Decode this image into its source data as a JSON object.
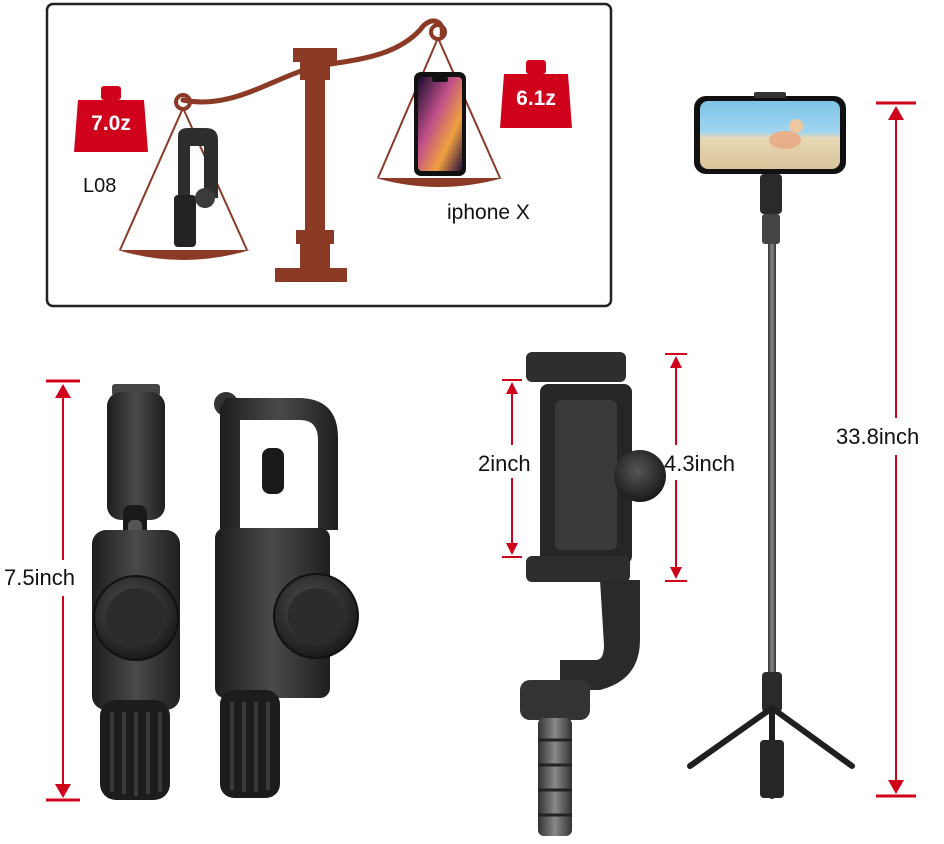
{
  "comparison": {
    "left_weight": "7.0z",
    "left_label": "L08",
    "right_weight": "6.1z",
    "right_label": "iphone X"
  },
  "dimensions": {
    "gimbal_height": "7.5inch",
    "clamp_min": "2inch",
    "clamp_max": "4.3inch",
    "extended_height": "33.8inch"
  },
  "colors": {
    "accent_red": "#d0021b",
    "scale_brown": "#8b3a26",
    "device_dark": "#2b2b2b"
  }
}
